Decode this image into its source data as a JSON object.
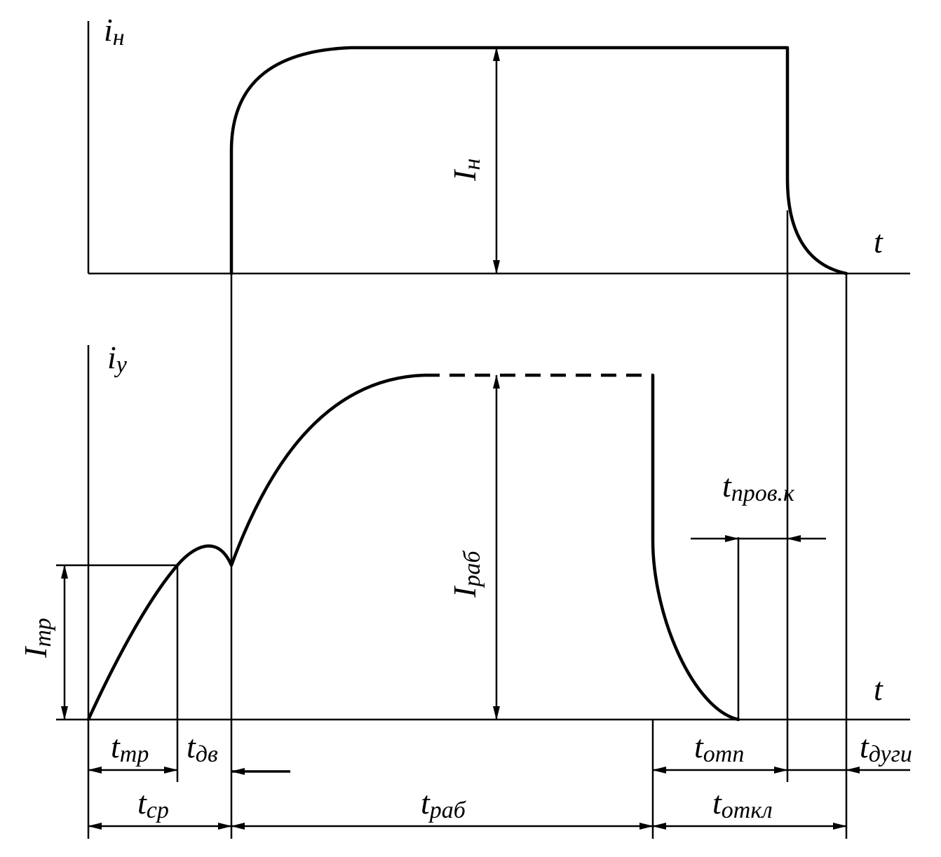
{
  "top_graph": {
    "y_axis_label": {
      "base": "i",
      "sub": "н"
    },
    "x_axis_label": "t",
    "amplitude_label": {
      "base": "I",
      "sub": "н"
    }
  },
  "bottom_graph": {
    "y_axis_label": {
      "base": "i",
      "sub": "у"
    },
    "x_axis_label": "t",
    "trip_current_label": {
      "base": "I",
      "sub": "тр"
    },
    "work_current_label": {
      "base": "I",
      "sub": "раб"
    }
  },
  "intervals": {
    "t_tr": {
      "base": "t",
      "sub": "тр"
    },
    "t_dv": {
      "base": "t",
      "sub": "дв"
    },
    "t_sr": {
      "base": "t",
      "sub": "ср"
    },
    "t_rab": {
      "base": "t",
      "sub": "раб"
    },
    "t_otp": {
      "base": "t",
      "sub": "отп"
    },
    "t_otkl": {
      "base": "t",
      "sub": "откл"
    },
    "t_dugi": {
      "base": "t",
      "sub": "дуги"
    },
    "t_prov_k": {
      "base": "t",
      "sub": "пров.к"
    }
  }
}
